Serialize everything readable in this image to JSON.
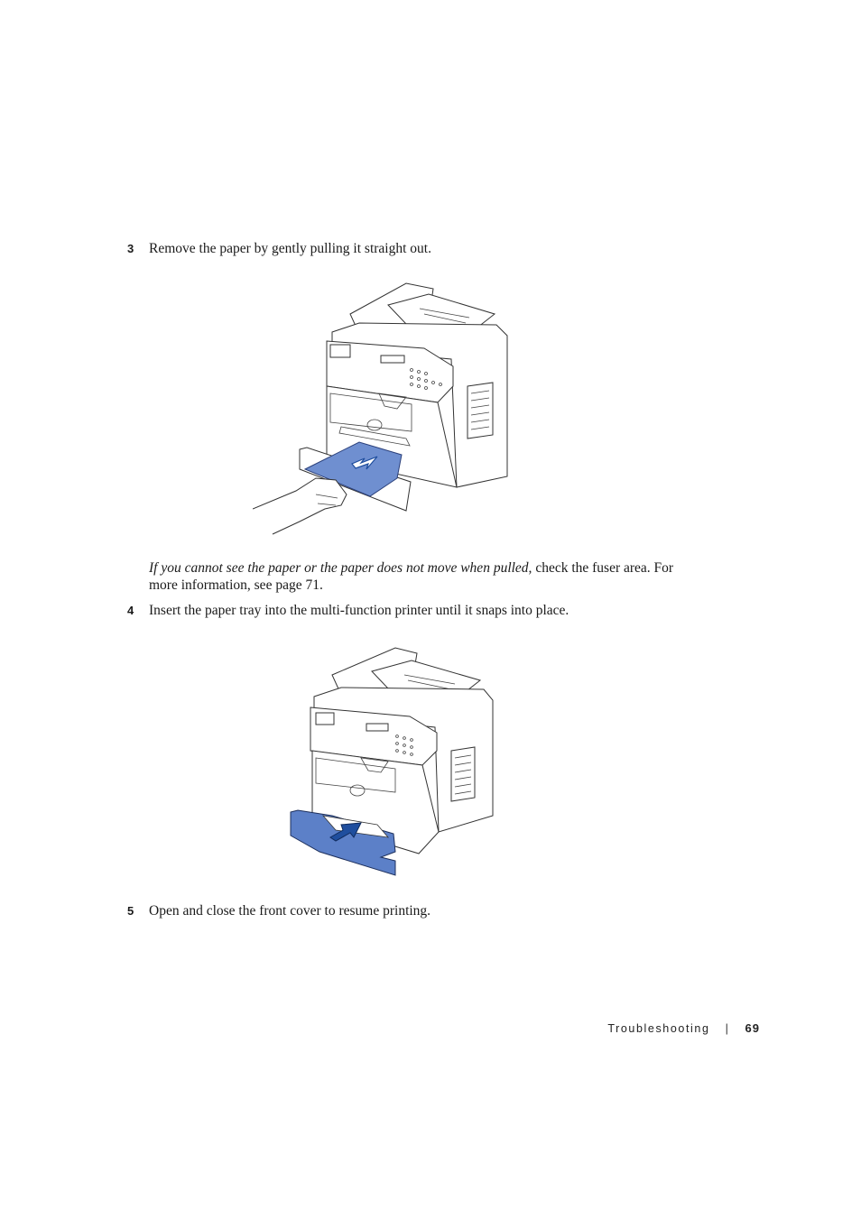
{
  "steps": [
    {
      "number": "3",
      "text": "Remove the paper by gently pulling it straight out."
    },
    {
      "number": "4",
      "text": "Insert the paper tray into the multi-function printer until it snaps into place."
    },
    {
      "number": "5",
      "text": "Open and close the front cover to resume printing."
    }
  ],
  "note": {
    "italic": "If you cannot see the paper or the paper does not move when pulled,",
    "rest": " check the fuser area. For more information, see page 71."
  },
  "footer": {
    "section": "Troubleshooting",
    "separator": "|",
    "page": "69"
  },
  "colors": {
    "paper_blue": "#6f8fd0",
    "arrow_blue": "#1f4e9e",
    "tray_blue": "#5c80c8"
  }
}
